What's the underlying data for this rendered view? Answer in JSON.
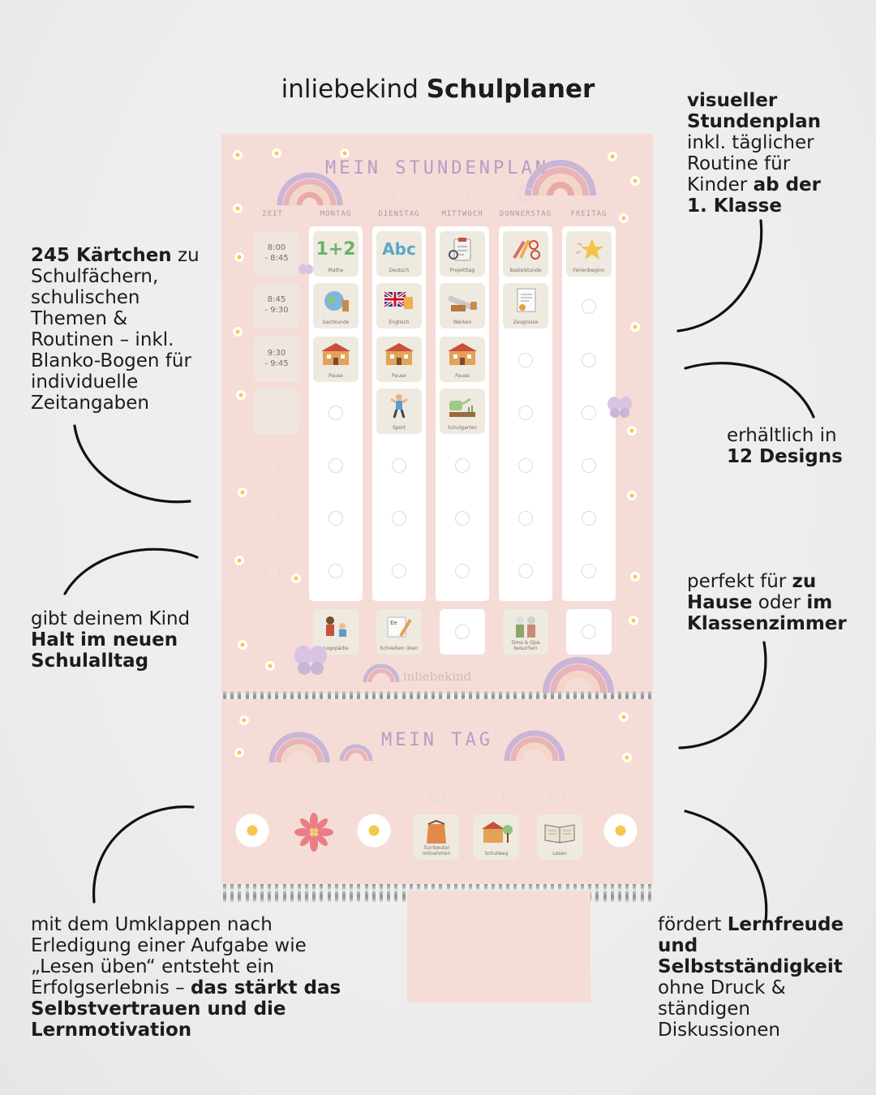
{
  "headline": {
    "brand": "inliebekind",
    "product": "Schulplaner"
  },
  "notes": {
    "left1": {
      "b1": "245 Kärtchen",
      "t1": " zu Schulfächern, schulischen Themen & Routinen – inkl. Blanko-Bogen für individuelle Zeitangaben"
    },
    "left2": {
      "t1": "gibt deinem Kind ",
      "b1": "Halt",
      "t2": " ",
      "b2": "im neuen Schulalltag"
    },
    "left3": {
      "t1": "mit dem Umklappen nach Erledigung einer Aufgabe wie „Lesen üben“ entsteht ein Erfolgserlebnis – ",
      "b1": "das stärkt das Selbstvertrauen und die Lernmotivation"
    },
    "right1": {
      "b1": "visueller Stundenplan",
      "t1": " inkl. täglicher Routine für Kinder ",
      "b2": "ab der 1. Klasse"
    },
    "right2": {
      "t1": "erhältlich in ",
      "b1": "12 Designs"
    },
    "right3": {
      "t1": "perfekt für ",
      "b1": "zu Hause",
      "t2": " oder ",
      "b2": "im Klassenzimmer"
    },
    "right4": {
      "t1": "fördert ",
      "b1": "Lernfreude und Selbstständigkeit",
      "t2": " ohne Druck & ständigen Diskussionen"
    }
  },
  "planner": {
    "title": "MEIN STUNDENPLAN",
    "time_header": "ZEIT",
    "days": [
      "MONTAG",
      "DIENSTAG",
      "MITTWOCH",
      "DONNERSTAG",
      "FREITAG"
    ],
    "times": [
      {
        "from": "8:00",
        "to": "- 8:45"
      },
      {
        "from": "8:45",
        "to": "- 9:30"
      },
      {
        "from": "9:30",
        "to": "- 9:45"
      }
    ],
    "cards": {
      "mon": [
        "Mathe",
        "Sachkunde",
        "Pause"
      ],
      "tue": [
        "Deutsch",
        "Englisch",
        "Pause",
        "Sport"
      ],
      "wed": [
        "Projekttag",
        "Werken",
        "Pause",
        "Schulgarten"
      ],
      "thu": [
        "Bastelstunde",
        "Zeugnisse"
      ],
      "fri": [
        "Ferienbeginn"
      ]
    },
    "bottom_cards": [
      "Logopädie",
      "Schreiben üben",
      "",
      "Oma & Opa besuchen",
      ""
    ],
    "card_icons": {
      "mathe": "1+2",
      "deutsch": "Abc"
    },
    "brand": "inliebekind"
  },
  "mein_tag": {
    "title": "MEIN TAG",
    "cards": [
      "Turnbeutel mitnehmen",
      "Schulweg",
      "Lesen"
    ]
  },
  "colors": {
    "board": "#f5dcd7",
    "title": "#b39ec4",
    "card": "#eeeae0"
  }
}
